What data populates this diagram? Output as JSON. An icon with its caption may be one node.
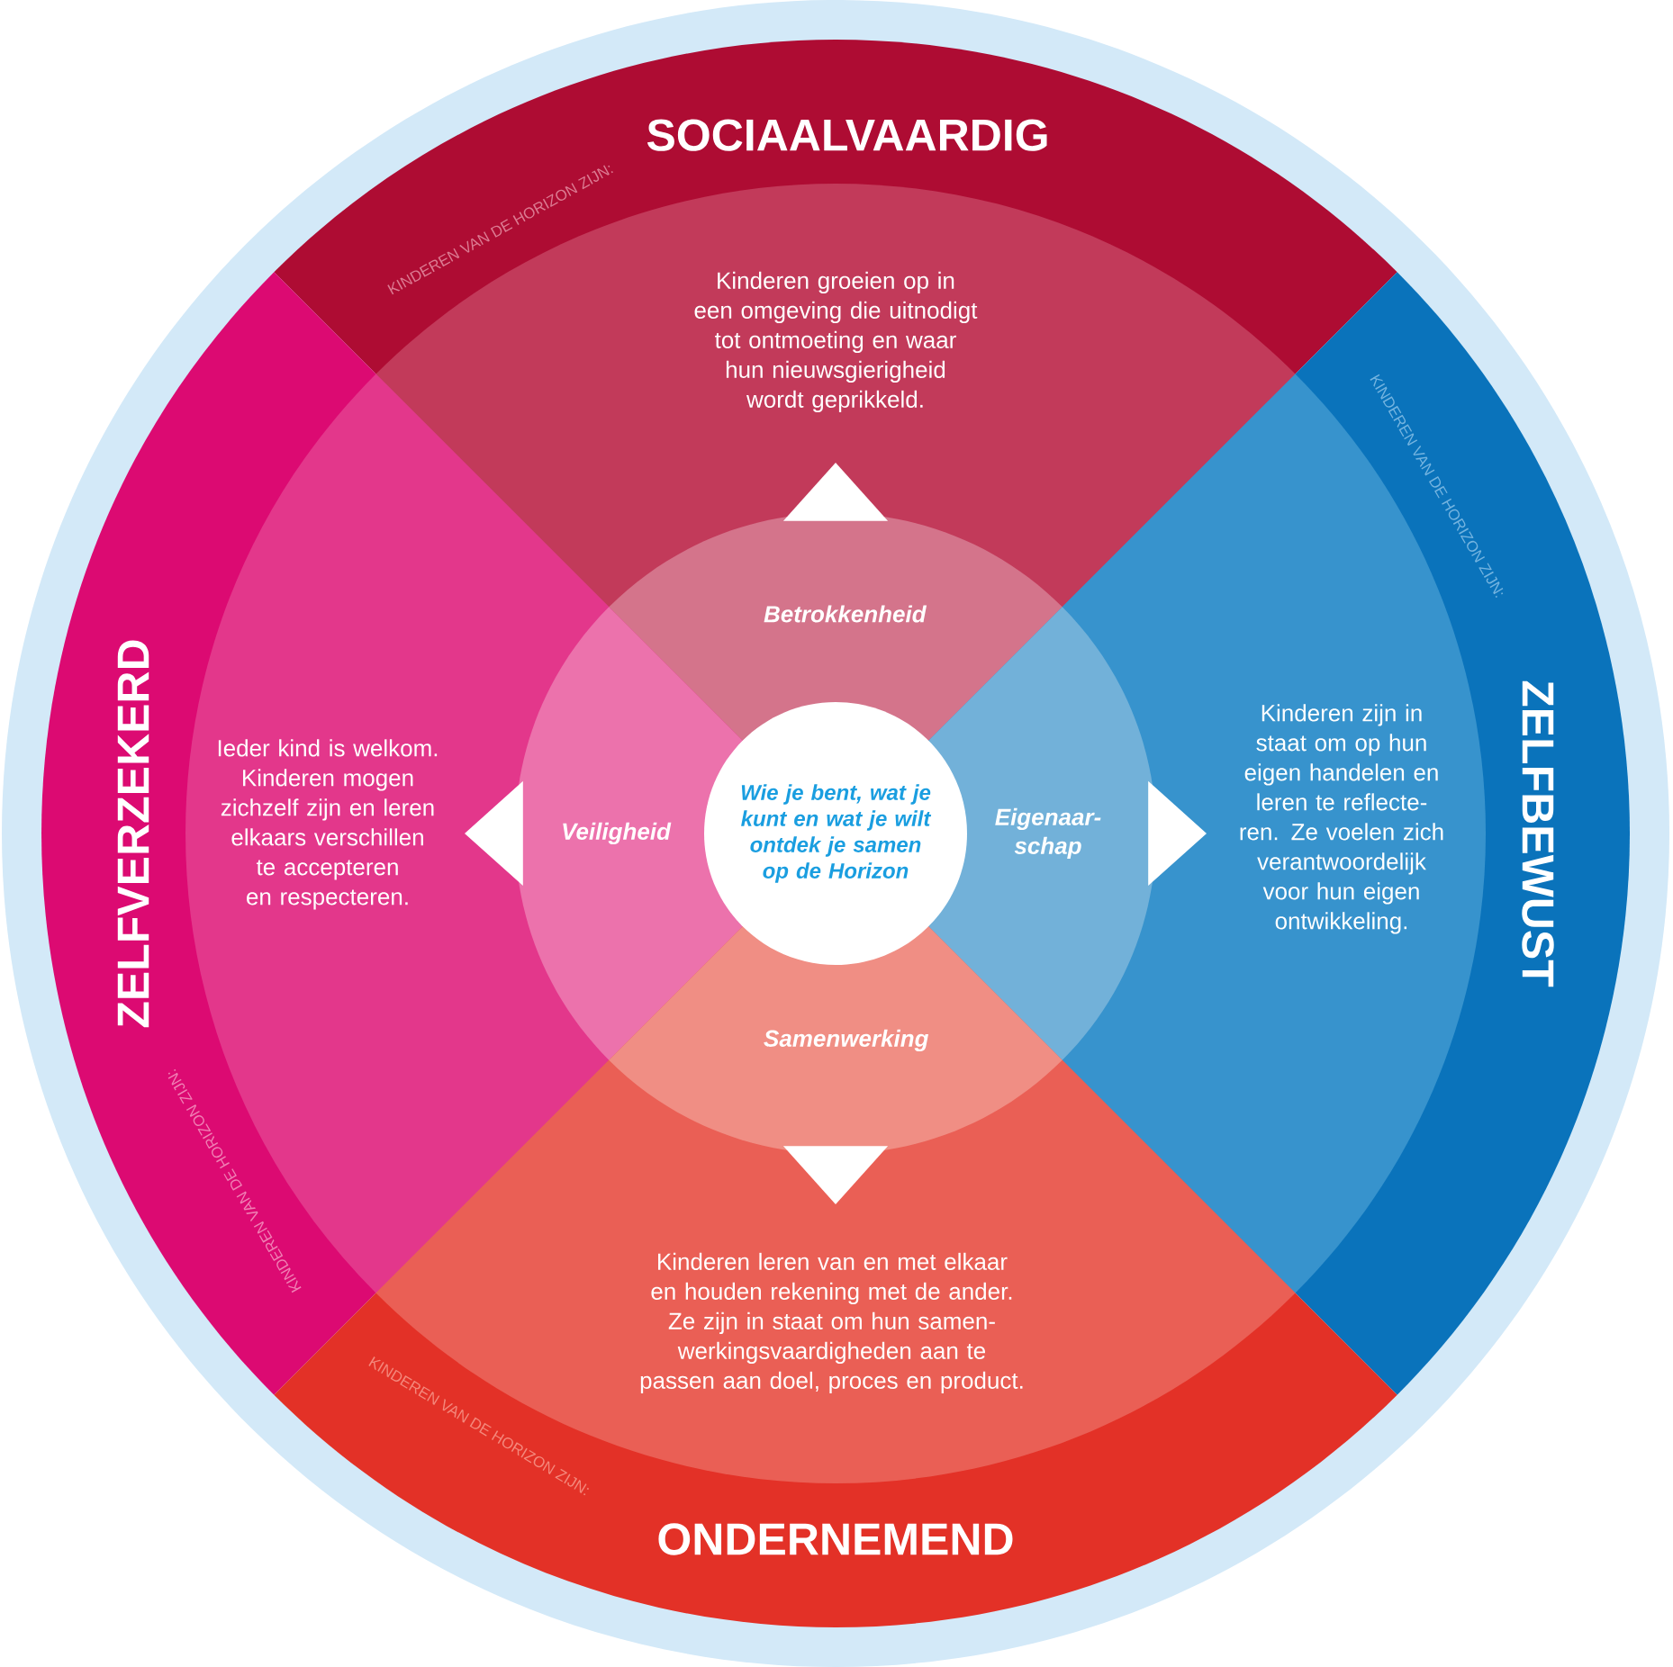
{
  "diagram": {
    "nodes": [
      {
        "text": [
          "SOCIAALVAARDIG",
          "KINDEREN VAN DE HORIZON ZIJN:"
        ]
      },
      {
        "text": [
          "Kinderen groeien op in een omgeving die uitnodigt tot ontmoeting en waar hun nieuwsgierigheid wordt geprikkeld."
        ],
        "in": 0
      },
      {
        "text": [
          "ZELFVERZEKERD",
          "KINDEREN VAN DE HORIZON ZIJN:"
        ]
      },
      {
        "text": [
          "Ieder kind is welkom. Kinderen mogen zichzelf zijn en leren elkaars verschillen te accepteren en respecteren."
        ],
        "in": 2
      },
      {
        "text": [
          "ZELFBEWUST",
          "KINDEREN VAN DE HORIZON ZIJN:"
        ]
      },
      {
        "text": [
          "Kinderen zijn in staat om op hun eigen handelen en leren te reflecte-ren. Ze voelen zich verantwoordelijk voor hun eigen ontwikkeling."
        ],
        "in": 4
      },
      {
        "text": [
          "ONDERNEMEND",
          "KINDEREN VAN DE HORIZON ZIJN:"
        ]
      },
      {
        "text": [
          "Kinderen leren van en met elkaar en houden rekening met de ander. Ze zijn in staat om hun samen-werkingsvaardigheden aan te passen aan doel, proces en product."
        ],
        "in": 6
      },
      {
        "text": [
          "Betrokkenheid"
        ],
        "in": 1
      },
      {
        "text": [
          "Veiligheid"
        ],
        "in": 3
      },
      {
        "text": [
          "Eigenaar-schap"
        ],
        "in": 5
      },
      {
        "text": [
          "Samenwerking"
        ],
        "in": 7
      },
      {
        "text": [
          "Wie je bent, wat je kunt en wat je wilt ontdek je samen op de Horizon"
        ]
      }
    ]
  }
}
